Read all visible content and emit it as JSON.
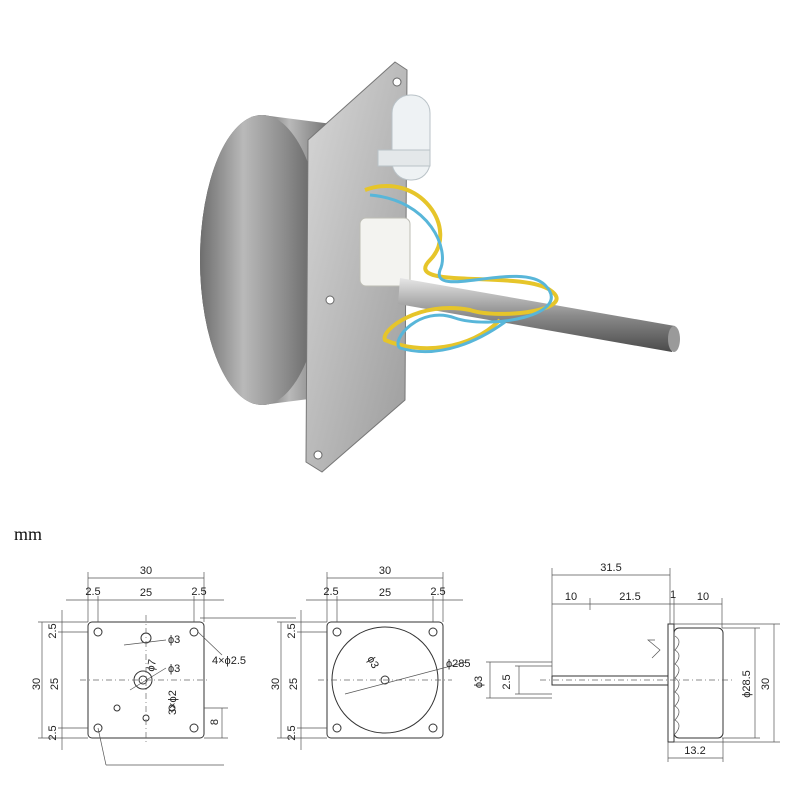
{
  "unit_label": "mm",
  "front_view": {
    "overall_width": "30",
    "edge_offset_left": "2.5",
    "hole_spacing": "25",
    "edge_offset_right": "2.5",
    "overall_height": "30",
    "vertical_spacing": "25",
    "vertical_offset_top": "2.5",
    "vertical_offset_bottom": "2.5",
    "hole_d3_top": "ϕ3",
    "hole_d7": "ϕ7",
    "hole_d3_center": "ϕ3",
    "mount_holes": "4×ϕ2.5",
    "small_holes": "3×ϕ2",
    "dim_8": "8"
  },
  "back_view": {
    "overall_width": "30",
    "edge_offset_left": "2.5",
    "hole_spacing": "25",
    "edge_offset_right": "2.5",
    "overall_height": "30",
    "vertical_spacing": "25",
    "vertical_offset_top": "2.5",
    "vertical_offset_bottom": "2.5",
    "shaft_dia": "ϕ3",
    "body_dia": "ϕ285"
  },
  "side_view": {
    "overall_length": "31.5",
    "shaft_part": "10",
    "mid_part": "21.5",
    "plate_thickness": "1",
    "body_depth": "10",
    "body_dia": "ϕ28.5",
    "height": "30",
    "total_depth": "13.2",
    "shaft_dia": "ϕ3",
    "shaft_flat": "2.5"
  }
}
